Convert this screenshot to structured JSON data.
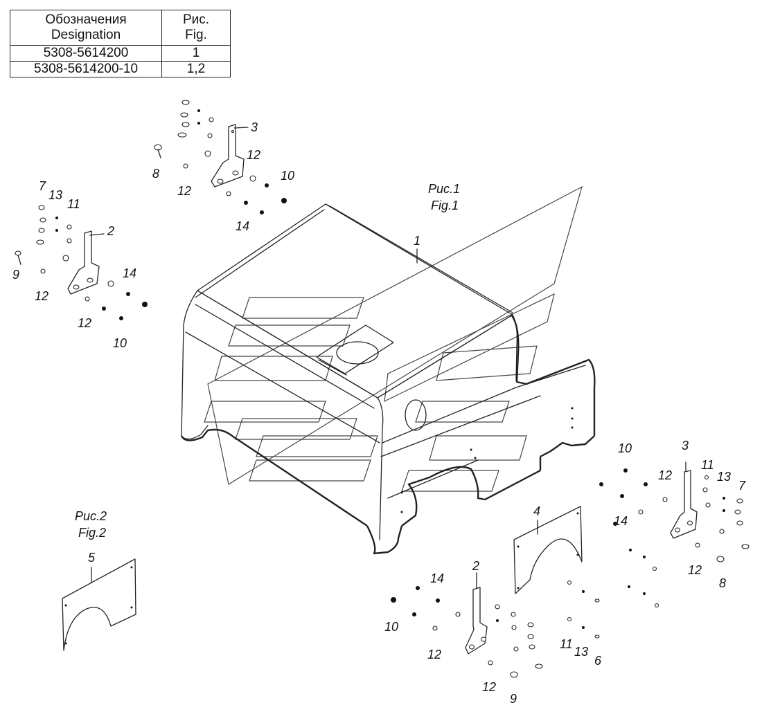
{
  "table": {
    "header": {
      "designation": "Обозначения\nDesignation",
      "fig": "Рис.\nFig."
    },
    "header_designation_ru": "Обозначения",
    "header_designation_en": "Designation",
    "header_fig_ru": "Рис.",
    "header_fig_en": "Fig.",
    "rows": [
      {
        "designation": "5308-5614200",
        "fig": "1"
      },
      {
        "designation": "5308-5614200-10",
        "fig": "1,2"
      }
    ]
  },
  "figures": {
    "fig1_ru": "Рис.1",
    "fig1_en": "Fig.1",
    "fig2_ru": "Рис.2",
    "fig2_en": "Fig.2"
  },
  "callouts": {
    "c1": "1",
    "c2a": "2",
    "c2b": "2",
    "c3a": "3",
    "c3b": "3",
    "c4": "4",
    "c5": "5",
    "c6": "6",
    "c7a": "7",
    "c7b": "7",
    "c8a": "8",
    "c8b": "8",
    "c9a": "9",
    "c9b": "9",
    "c10a": "10",
    "c10b": "10",
    "c10c": "10",
    "c10d": "10",
    "c11a": "11",
    "c11b": "11",
    "c11c": "11",
    "c12a": "12",
    "c12b": "12",
    "c12c": "12",
    "c12d": "12",
    "c12e": "12",
    "c12f": "12",
    "c12g": "12",
    "c12h": "12",
    "c13a": "13",
    "c13b": "13",
    "c13c": "13",
    "c14a": "14",
    "c14b": "14",
    "c14c": "14",
    "c14d": "14"
  }
}
